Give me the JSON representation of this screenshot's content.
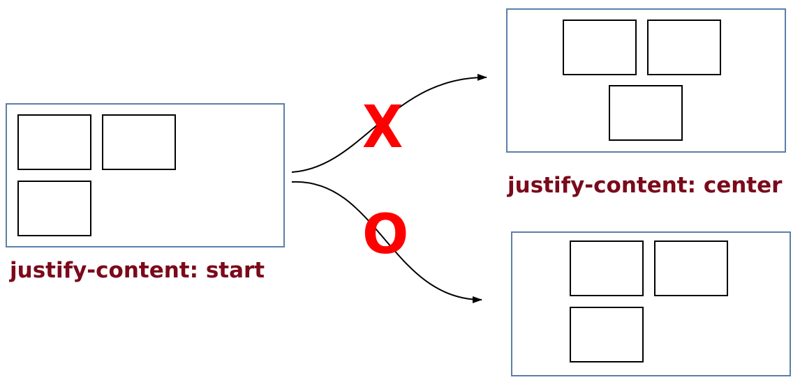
{
  "labels": {
    "start": "justify-content: start",
    "center": "justify-content: center"
  },
  "marks": {
    "wrong": "X",
    "right": "O"
  },
  "colors": {
    "container_border": "#5a7fa8",
    "label_text": "#7a0a1a",
    "mark": "#ff0000",
    "item_border": "#000000"
  }
}
